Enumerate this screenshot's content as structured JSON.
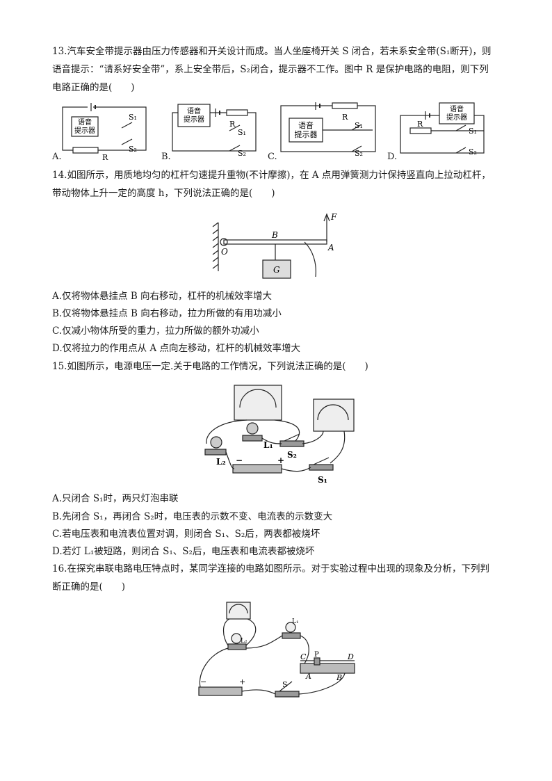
{
  "q13": {
    "stem_line1": "13.汽车安全带提示器由压力传感器和开关设计而成。当人坐座椅开关 S 闭合，若未系安全带(S₁断开)，则",
    "stem_line2": "语音提示：“请系好安全带”，系上安全带后，S₂闭合，提示器不工作。图中 R 是保护电路的电阻，则下列",
    "stem_line3": "电路正确的是(　　)",
    "option_labels": [
      "A.",
      "B.",
      "C.",
      "D."
    ],
    "box_line1": "语音",
    "box_line2": "提示器",
    "r_label": "R",
    "s1_label": "S₁",
    "s2_label": "S₂"
  },
  "q14": {
    "stem_line1": "14.如图所示，用质地均匀的杠杆匀速提升重物(不计摩擦)，在 A 点用弹簧测力计保持竖直向上拉动杠杆，",
    "stem_line2": "带动物体上升一定的高度 h，下列说法正确的是(　　)",
    "fig_labels": {
      "F": "F",
      "B": "B",
      "A": "A",
      "O": "O",
      "G": "G"
    },
    "options": [
      "A.仅将物体悬挂点 B 向右移动，杠杆的机械效率增大",
      "B.仅将物体悬挂点 B 向右移动，拉力所做的有用功减小",
      "C.仅减小物体所受的重力，拉力所做的额外功减小",
      "D.仅将拉力的作用点从 A 点向左移动，杠杆的机械效率增大"
    ]
  },
  "q15": {
    "stem": "15.如图所示，电源电压一定.关于电路的工作情况，下列说法正确的是(　　)",
    "fig_labels": {
      "L1": "L₁",
      "L2": "L₂",
      "S1": "S₁",
      "S2": "S₂",
      "minus": "−",
      "plus": "+"
    },
    "options": [
      "A.只闭合 S₁时，两只灯泡串联",
      "B.先闭合 S₁，再闭合 S₂时，电压表的示数不变、电流表的示数变大",
      "C.若电压表和电流表位置对调，则闭合 S₁、S₂后，两表都被烧坏",
      "D.若灯 L₁被短路，则闭合 S₁、S₂后，电压表和电流表都被烧坏"
    ]
  },
  "q16": {
    "stem_line1": "16.在探究串联电路电压特点时，某同学连接的电路如图所示。对于实验过程中出现的现象及分析，下列判",
    "stem_line2": "断正确的是(　　)",
    "fig_labels": {
      "L1": "L₁",
      "L2": "L₂",
      "C": "C",
      "P": "P",
      "D": "D",
      "A": "A",
      "B": "B",
      "S": "S",
      "minus": "−",
      "plus": "+"
    }
  }
}
